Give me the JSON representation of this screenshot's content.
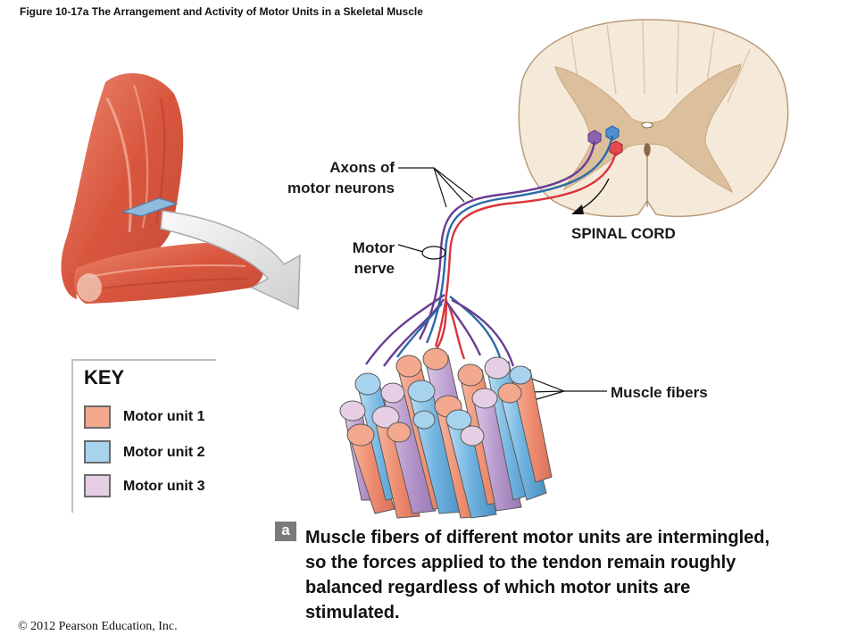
{
  "figure_title": "Figure 10-17a   The Arrangement and Activity of Motor Units in a Skeletal Muscle",
  "labels": {
    "axons_line1": "Axons of",
    "axons_line2": "motor neurons",
    "nerve_line1": "Motor",
    "nerve_line2": "nerve",
    "spinal_cord": "SPINAL CORD",
    "muscle_fibers": "Muscle fibers"
  },
  "key": {
    "title": "KEY",
    "items": [
      {
        "label": "Motor unit 1",
        "color": "#f2a98e"
      },
      {
        "label": "Motor unit 2",
        "color": "#a7d3ee"
      },
      {
        "label": "Motor unit 3",
        "color": "#e6cfe4"
      }
    ]
  },
  "caption": {
    "badge": "a",
    "text": "Muscle fibers of different motor units are intermingled, so the forces applied to the tendon remain roughly balanced regardless of which motor units are stimulated."
  },
  "copyright": "© 2012 Pearson Education, Inc.",
  "colors": {
    "unit1_axon": "#d9353b",
    "unit2_axon": "#2b6aa8",
    "unit3_axon": "#6a3d93",
    "spinal_white_matter": "#f5ead9",
    "spinal_gray_matter": "#dcbf9c",
    "muscle": "#d95f45"
  }
}
